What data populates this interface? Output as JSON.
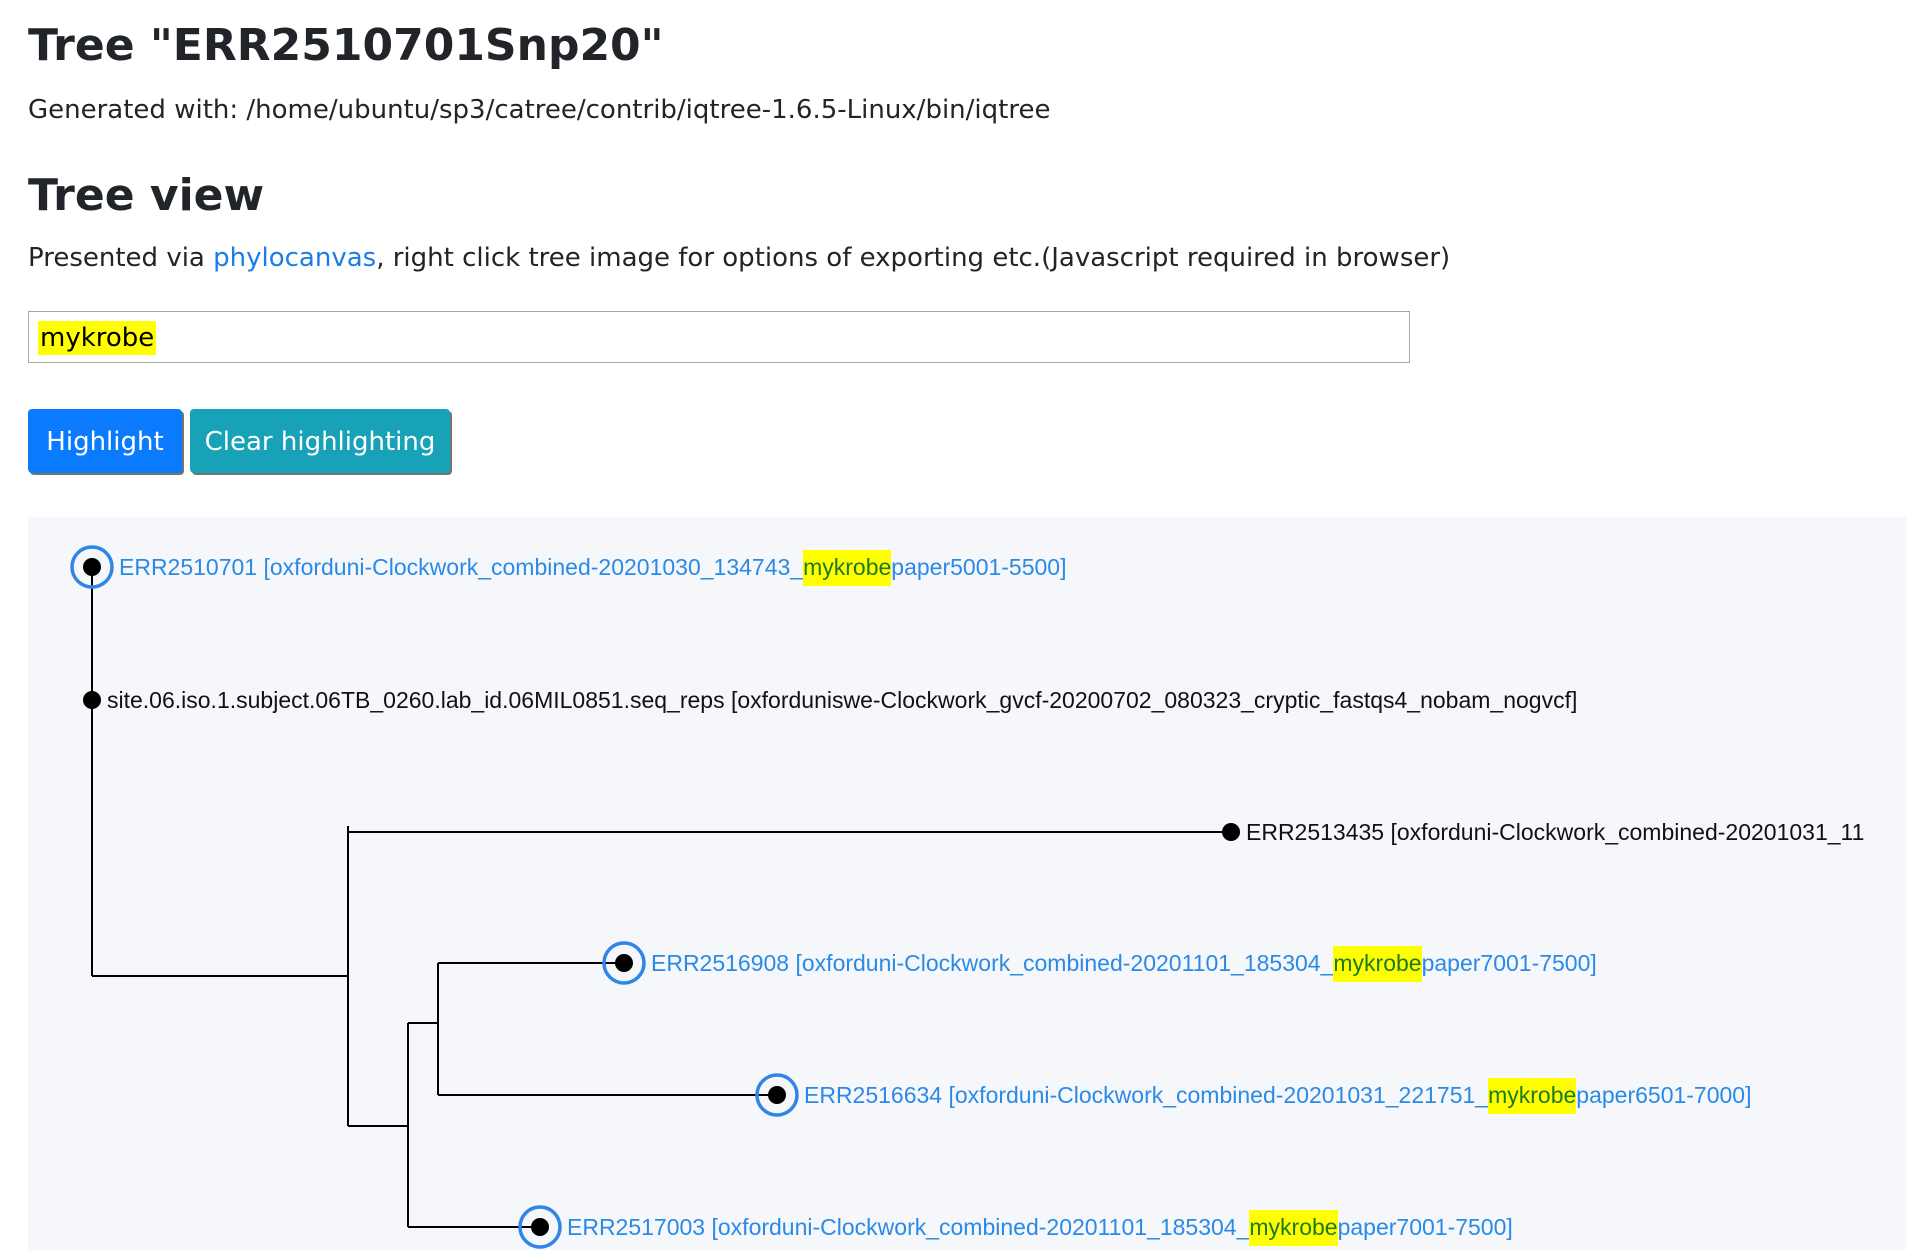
{
  "page": {
    "title": "Tree \"ERR2510701Snp20\"",
    "generated_with": "Generated with: /home/ubuntu/sp3/catree/contrib/iqtree-1.6.5-Linux/bin/iqtree",
    "tree_view_heading": "Tree view",
    "presented_prefix": "Presented via ",
    "presented_link": "phylocanvas",
    "presented_suffix": ", right click tree image for options of exporting etc.(Javascript required in browser)"
  },
  "search": {
    "value": "mykrobe"
  },
  "buttons": {
    "highlight": "Highlight",
    "clear": "Clear highlighting"
  },
  "colors": {
    "highlight_label": "#2a8ae6",
    "highlight_ring": "#2f86e6",
    "search_match": "#ffff00",
    "primary_button": "#0a7bff",
    "info_button": "#17a2b8"
  },
  "tree": {
    "leaves": [
      {
        "id": "ERR2510701",
        "highlighted": true,
        "before": "ERR2510701 [oxforduni-Clockwork_combined-20201030_134743_",
        "match": "mykrobe",
        "after": "paper5001-5500]"
      },
      {
        "id": "site.06.iso.1.subject.06TB_0260.lab_id.06MIL0851.seq_reps",
        "highlighted": false,
        "before": "site.06.iso.1.subject.06TB_0260.lab_id.06MIL0851.seq_reps [oxforduniswe-Clockwork_gvcf-20200702_080323_cryptic_fastqs4_nobam_nogvcf]",
        "match": "",
        "after": ""
      },
      {
        "id": "ERR2513435",
        "highlighted": false,
        "before": "ERR2513435 [oxforduni-Clockwork_combined-20201031_11",
        "match": "",
        "after": ""
      },
      {
        "id": "ERR2516908",
        "highlighted": true,
        "before": "ERR2516908 [oxforduni-Clockwork_combined-20201101_185304_",
        "match": "mykrobe",
        "after": "paper7001-7500]"
      },
      {
        "id": "ERR2516634",
        "highlighted": true,
        "before": "ERR2516634 [oxforduni-Clockwork_combined-20201031_221751_",
        "match": "mykrobe",
        "after": "paper6501-7000]"
      },
      {
        "id": "ERR2517003",
        "highlighted": true,
        "before": "ERR2517003 [oxforduni-Clockwork_combined-20201101_185304_",
        "match": "mykrobe",
        "after": "paper7001-7500]"
      }
    ]
  }
}
